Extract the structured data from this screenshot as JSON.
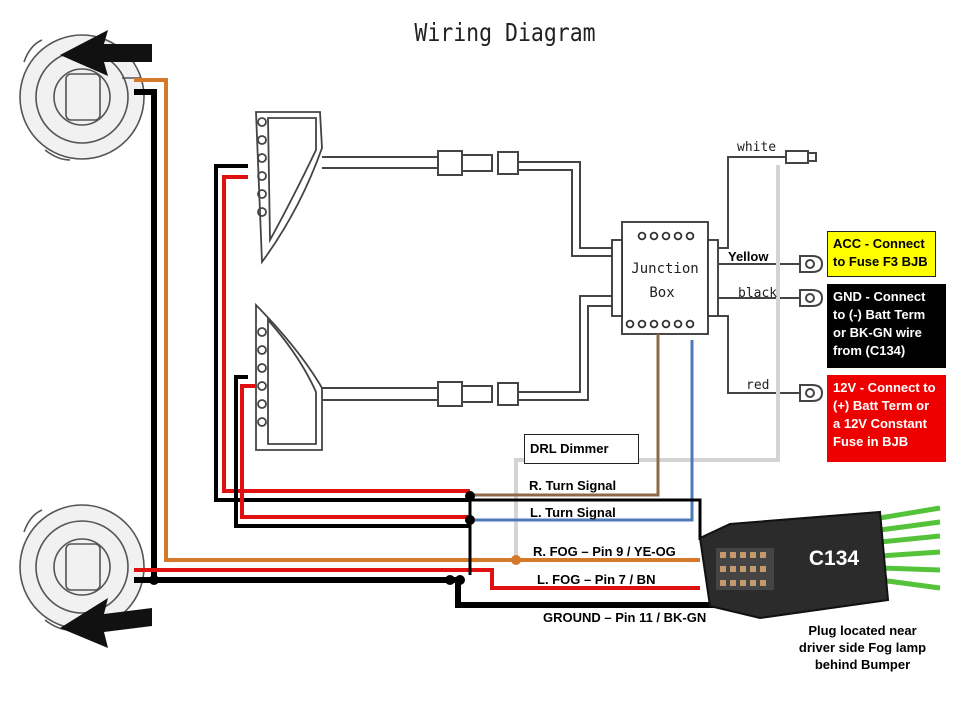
{
  "title": "Wiring Diagram",
  "junction_box": {
    "line1": "Junction",
    "line2": "Box"
  },
  "junction_wires": {
    "white": "white",
    "yellow": "Yellow",
    "black": "black",
    "red": "red"
  },
  "connect_boxes": {
    "acc": "ACC - Connect to Fuse F3 BJB",
    "gnd": "GND - Connect to (-) Batt Term or BK-GN wire from (C134)",
    "v12": "12V - Connect to (+) Batt Term or a 12V Constant Fuse in BJB"
  },
  "drl_label": "DRL Dimmer",
  "circuits": {
    "r_turn": "R. Turn Signal",
    "l_turn": "L. Turn Signal",
    "r_fog": "R. FOG – Pin 9 / YE-OG",
    "l_fog": "L. FOG – Pin 7 / BN",
    "ground": "GROUND – Pin 11 / BK-GN"
  },
  "connector": {
    "name": "C134"
  },
  "plug_note": "Plug located near driver side Fog lamp behind Bumper",
  "colors": {
    "orange": "#d5782a",
    "black": "#000000",
    "red": "#e01010",
    "brown": "#8b6a45",
    "blue": "#4d7ab8",
    "gray": "#d4d4d4",
    "acc_bg": "#ffff00",
    "v12_bg": "#ee0000",
    "connector_green": "#55c33a"
  }
}
